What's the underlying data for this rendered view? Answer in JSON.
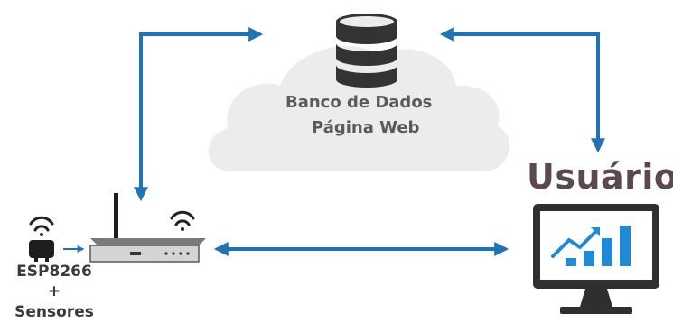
{
  "cloud": {
    "line1": "Banco de Dados",
    "line2": "Página Web"
  },
  "user": {
    "title": "Usuário"
  },
  "device": {
    "line1": "ESP8266",
    "line2": "+",
    "line3": "Sensores"
  },
  "colors": {
    "arrow": "#1f73b7",
    "cloud": "#ececec",
    "database": "#333333",
    "monitor": "#2f2f2f",
    "screen_accent": "#1f8ad6"
  }
}
